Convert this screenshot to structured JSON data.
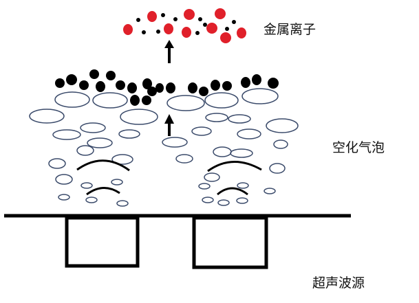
{
  "labels": {
    "metal_ions": "金属离子",
    "cavitation_bubbles": "空化气泡",
    "ultrasonic_source": "超声波源"
  },
  "colors": {
    "metal_ion": "#e0202a",
    "dark_particle": "#000000",
    "bubble_stroke": "#3a4a6a",
    "arc_stroke": "#000000",
    "structure": "#000000",
    "background": "#ffffff"
  }
}
